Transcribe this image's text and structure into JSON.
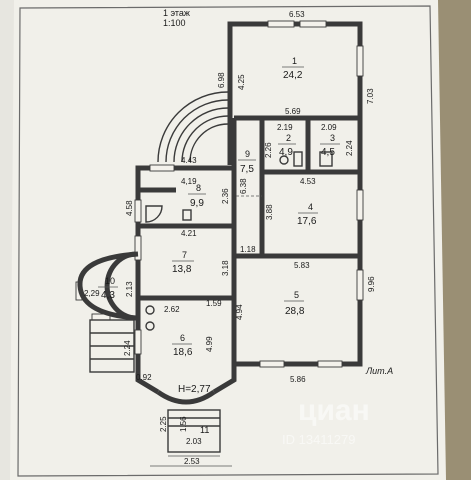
{
  "plan": {
    "floor_title": "1 этаж",
    "scale": "1:100",
    "literal": "Лит.А",
    "height_label": "H=2,77"
  },
  "rooms": [
    {
      "number": "1",
      "area": "24,2"
    },
    {
      "number": "2",
      "area": "4,9"
    },
    {
      "number": "3",
      "area": "4,5"
    },
    {
      "number": "4",
      "area": "17,6"
    },
    {
      "number": "5",
      "area": "28,8"
    },
    {
      "number": "6",
      "area": "18,6"
    },
    {
      "number": "7",
      "area": "13,8"
    },
    {
      "number": "8",
      "area": "9,9"
    },
    {
      "number": "9",
      "area": "7,5"
    },
    {
      "number": "10",
      "area": "4,3"
    },
    {
      "number": "11",
      "area": ""
    }
  ],
  "dimensions": {
    "d_653": "6.53",
    "d_698": "6.98",
    "d_425": "4.25",
    "d_703": "7.03",
    "d_569": "5.69",
    "d_219": "2.19",
    "d_209": "2.09",
    "d_226": "2.26",
    "d_224a": "2.24",
    "d_443": "4.43",
    "d_419": "4,19",
    "d_453": "4.53",
    "d_236": "2.36",
    "d_638": "6.38",
    "d_458": "4.58",
    "d_388": "3.88",
    "d_421": "4.21",
    "d_118": "1.18",
    "d_318": "3.18",
    "d_583": "5.83",
    "d_996": "9.96",
    "d_229": "2,29",
    "d_213": "2.13",
    "d_159": "1.59",
    "d_262": "2.62",
    "d_494": "4.94",
    "d_499": "4.99",
    "d_224b": "2.24",
    "d_092": "0.92",
    "d_586": "5.86",
    "d_225": "2.25",
    "d_156": "1.56",
    "d_203": "2.03",
    "d_253": "2.53"
  },
  "watermark": {
    "brand": "циан",
    "id": "ID 13411279"
  }
}
